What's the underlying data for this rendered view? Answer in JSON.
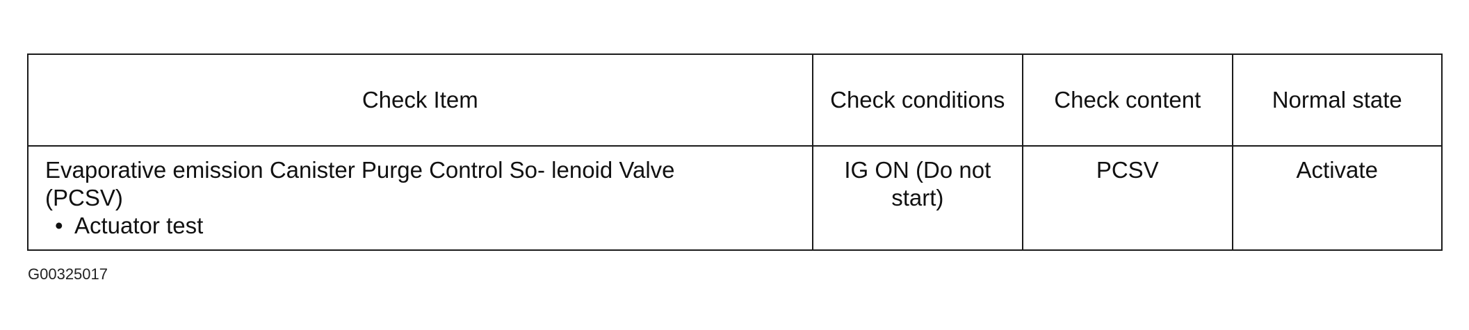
{
  "table": {
    "headers": {
      "item": "Check Item",
      "conditions": "Check conditions",
      "content": "Check content",
      "state": "Normal state"
    },
    "rows": [
      {
        "item": "Evaporative emission Canister Purge Control So- lenoid Valve (PCSV)",
        "bullet_symbol": "•",
        "bullet_text": "Actuator test",
        "conditions": "IG ON (Do not start)",
        "content": "PCSV",
        "state": "Activate"
      }
    ]
  },
  "figure_code": "G00325017"
}
